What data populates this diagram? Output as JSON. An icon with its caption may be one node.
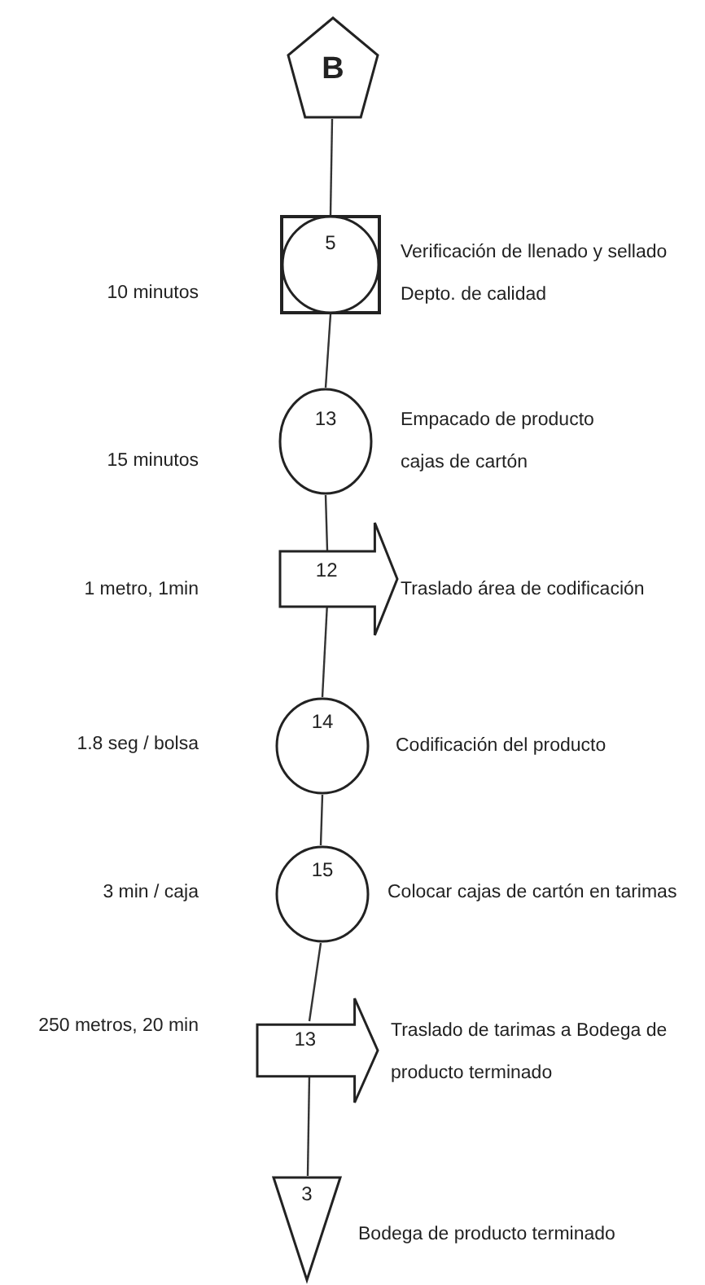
{
  "diagram": {
    "nodes": [
      {
        "text": [
          "B"
        ]
      },
      {
        "text": [
          "5"
        ],
        "beside": [
          "Verificación de llenado y sellado",
          "Depto. de calidad"
        ]
      },
      {
        "text": [
          "13"
        ],
        "beside": [
          "Empacado de producto cajas de cartón"
        ]
      },
      {
        "text": [
          "12"
        ],
        "beside": [
          "Traslado área de codificación"
        ]
      },
      {
        "text": [
          "14"
        ],
        "beside": [
          "Codificación del producto"
        ]
      },
      {
        "text": [
          "15"
        ],
        "beside": [
          "Colocar cajas de cartón en tarimas"
        ]
      },
      {
        "text": [
          "13"
        ],
        "beside": [
          "Traslado de tarimas a Bodega de producto terminado"
        ]
      },
      {
        "text": [
          "3"
        ],
        "beside": [
          "Bodega de producto terminado"
        ]
      }
    ],
    "labels": [
      "10 minutos",
      "15 minutos",
      "1 metro, 1min",
      "1.8 seg / bolsa",
      "3 min / caja",
      "250 metros, 20 min"
    ],
    "edges": [
      {
        "from": 0,
        "to": 1,
        "arrow": "none"
      },
      {
        "from": 1,
        "to": 2,
        "arrow": "none"
      },
      {
        "from": 2,
        "to": 3,
        "arrow": "none"
      },
      {
        "from": 3,
        "to": 4,
        "arrow": "none"
      },
      {
        "from": 4,
        "to": 5,
        "arrow": "none"
      },
      {
        "from": 5,
        "to": 6,
        "arrow": "none"
      },
      {
        "from": 6,
        "to": 7,
        "arrow": "none"
      }
    ]
  }
}
